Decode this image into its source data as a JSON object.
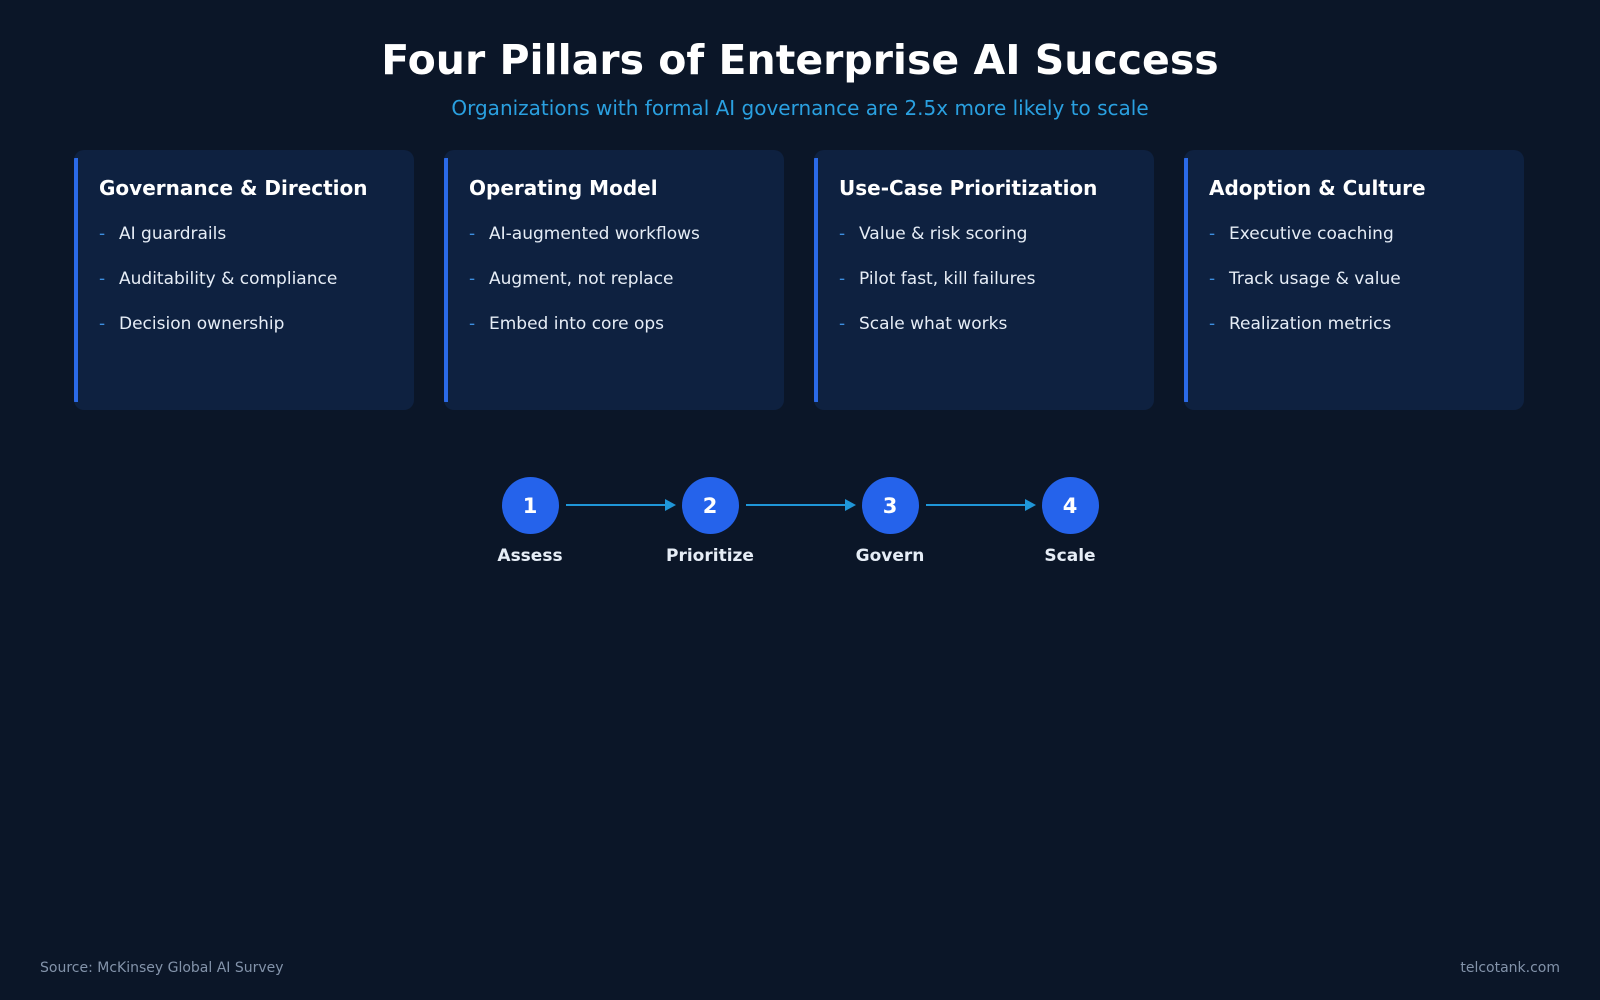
{
  "header": {
    "title": "Four Pillars of Enterprise AI Success",
    "subtitle": "Organizations with formal AI governance are 2.5x more likely to scale"
  },
  "pillars": [
    {
      "title": "Governance & Direction",
      "items": [
        "AI guardrails",
        "Auditability & compliance",
        "Decision ownership"
      ]
    },
    {
      "title": "Operating Model",
      "items": [
        "AI-augmented workflows",
        "Augment, not replace",
        "Embed into core ops"
      ]
    },
    {
      "title": "Use-Case Prioritization",
      "items": [
        "Value & risk scoring",
        "Pilot fast, kill failures",
        "Scale what works"
      ]
    },
    {
      "title": "Adoption & Culture",
      "items": [
        "Executive coaching",
        "Track usage & value",
        "Realization metrics"
      ]
    }
  ],
  "bullet_marker": "-",
  "steps": [
    {
      "number": "1",
      "label": "Assess"
    },
    {
      "number": "2",
      "label": "Prioritize"
    },
    {
      "number": "3",
      "label": "Govern"
    },
    {
      "number": "4",
      "label": "Scale"
    }
  ],
  "footer": {
    "source": "Source: McKinsey Global AI Survey",
    "brand": "telcotank.com"
  },
  "colors": {
    "background": "#0b1628",
    "card": "#0e2140",
    "accent": "#2b6ae8",
    "circle": "#2563eb",
    "arrow": "#1f96d8",
    "subtitle": "#2aa0e0"
  }
}
